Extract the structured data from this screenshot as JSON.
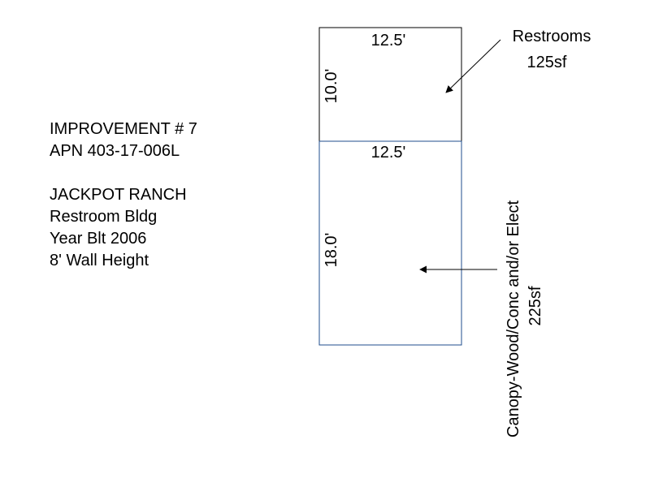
{
  "info": {
    "line1": "IMPROVEMENT # 7",
    "line2": "APN 403-17-006L",
    "line3": "JACKPOT RANCH",
    "line4": "Restroom Bldg",
    "line5": "Year Blt 2006",
    "line6": "8' Wall Height"
  },
  "restrooms": {
    "name": "Restrooms",
    "area": "125sf",
    "width_label": "12.5'",
    "depth_label": "10.0'"
  },
  "canopy": {
    "name": "Canopy-Wood/Conc and/or Elect",
    "area": "225sf",
    "width_label": "12.5'",
    "depth_label": "18.0'"
  },
  "colors": {
    "outline_dark": "#000000",
    "outline_blue": "#1f4e8c"
  }
}
